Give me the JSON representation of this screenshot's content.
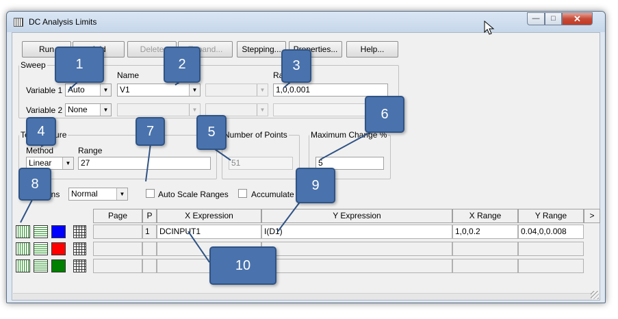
{
  "window": {
    "title": "DC Analysis Limits",
    "close": "✕",
    "maximize": "□",
    "minimize": "—"
  },
  "toolbar": {
    "run": "Run",
    "add": "Add",
    "delete": "Delete",
    "expand": "Expand...",
    "stepping": "Stepping...",
    "properties": "Properties...",
    "help": "Help..."
  },
  "sweep": {
    "legend": "Sweep",
    "name_header": "Name",
    "range_header": "Range",
    "variable1": {
      "label": "Variable 1",
      "method": "Auto",
      "name": "V1",
      "range": "1,0,0.001"
    },
    "variable2": {
      "label": "Variable 2",
      "method": "None",
      "name": "",
      "range": ""
    }
  },
  "temperature": {
    "legend": "Temperature",
    "method_label": "Method",
    "range_label": "Range",
    "method": "Linear",
    "range": "27"
  },
  "number_of_points": {
    "legend": "Number of Points",
    "value": "51"
  },
  "maximum_change": {
    "legend": "Maximum Change %",
    "value": "5"
  },
  "options": {
    "label": "Options",
    "value": "Normal",
    "auto_scale": "Auto Scale Ranges",
    "accumulate": "Accumulate Plots"
  },
  "grid": {
    "headers": {
      "page": "Page",
      "p": "P",
      "x_expression": "X Expression",
      "y_expression": "Y Expression",
      "x_range": "X Range",
      "y_range": "Y Range",
      "more": ">"
    },
    "rows": [
      {
        "color": "#0000ff",
        "page": "",
        "p": "1",
        "x": "DCINPUT1",
        "y": "I(D1)",
        "xr": "1,0,0.2",
        "yr": "0.04,0,0.008"
      },
      {
        "color": "#ff0000",
        "page": "",
        "p": "",
        "x": "",
        "y": "",
        "xr": "",
        "yr": ""
      },
      {
        "color": "#008000",
        "page": "",
        "p": "",
        "x": "",
        "y": "",
        "xr": "",
        "yr": ""
      }
    ]
  },
  "callouts": [
    "1",
    "2",
    "3",
    "4",
    "5",
    "6",
    "7",
    "8",
    "9",
    "10"
  ],
  "colors": {
    "callout": "#4a73ad",
    "callout_border": "#2f5385"
  }
}
